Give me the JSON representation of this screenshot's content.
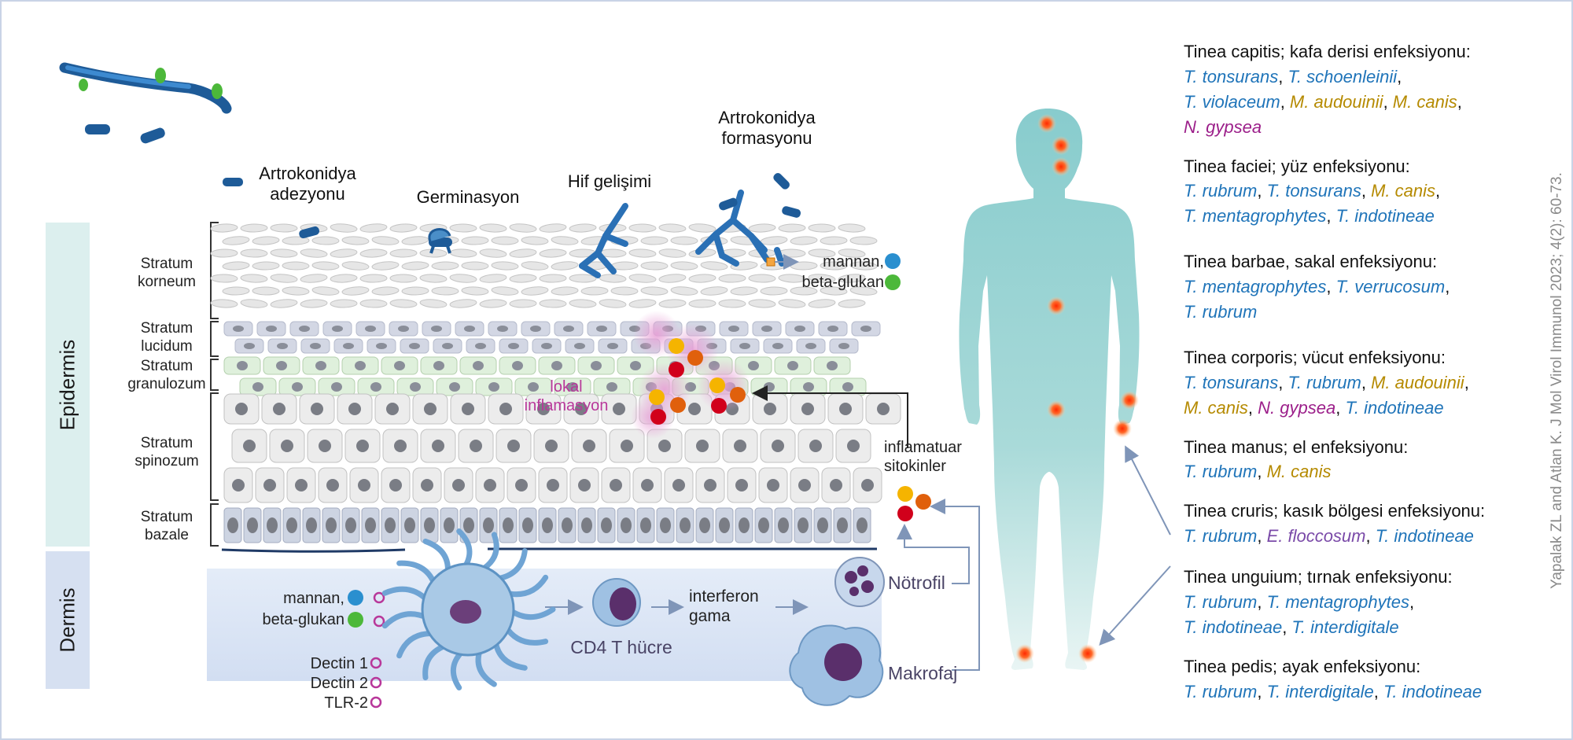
{
  "side_labels": {
    "epidermis": "Epidermis",
    "dermis": "Dermis"
  },
  "layers": [
    {
      "line1": "Stratum",
      "line2": "korneum"
    },
    {
      "line1": "Stratum",
      "line2": "lucidum"
    },
    {
      "line1": "Stratum",
      "line2": "granulozum"
    },
    {
      "line1": "Stratum",
      "line2": "spinozum"
    },
    {
      "line1": "Stratum",
      "line2": "bazale"
    }
  ],
  "stages": {
    "adhesion": {
      "line1": "Artrokonidya",
      "line2": "adezyonu"
    },
    "germination": "Germinasyon",
    "hyphae": "Hif gelişimi",
    "arthroconidia": {
      "line1": "Artrokonidya",
      "line2": "formasyonu"
    }
  },
  "pamps_top": {
    "mannan": "mannan,",
    "glucan": "beta-glukan"
  },
  "inflammation": {
    "line1": "lokal",
    "line2": "inflamasyon"
  },
  "cytokines": {
    "line1": "inflamatuar",
    "line2": "sitokinler"
  },
  "dermis": {
    "mannan": "mannan,",
    "glucan": "beta-glukan",
    "receptors": [
      "Dectin 1",
      "Dectin 2",
      "TLR-2"
    ],
    "cd4": "CD4 T hücre",
    "interferon": {
      "line1": "interferon",
      "line2": "gama"
    },
    "neutrophil": "Nötrofil",
    "macrophage": "Makrofaj"
  },
  "colors": {
    "mannan": "#2a8fcf",
    "glucan": "#4cb83a",
    "cyt_yellow": "#f5b400",
    "cyt_orange": "#e0600c",
    "cyt_red": "#d1001b",
    "body": "#8fcfd0",
    "fungus": "#2a6fb0",
    "species_blue": "#1f74b9",
    "species_gold": "#b58a00",
    "species_purple": "#9c1f8a",
    "species_violet": "#7a4aa8"
  },
  "infections": [
    {
      "title": "Tinea capitis; kafa derisi enfeksiyonu:",
      "lines": [
        [
          {
            "t": "T. tonsurans",
            "c": "blue"
          },
          {
            "t": ", ",
            "c": "sep"
          },
          {
            "t": "T. schoenleinii",
            "c": "blue"
          },
          {
            "t": ",",
            "c": "sep"
          }
        ],
        [
          {
            "t": "T. violaceum",
            "c": "blue"
          },
          {
            "t": ", ",
            "c": "sep"
          },
          {
            "t": "M. audouinii",
            "c": "gold"
          },
          {
            "t": ", ",
            "c": "sep"
          },
          {
            "t": "M. canis",
            "c": "gold"
          },
          {
            "t": ",",
            "c": "sep"
          }
        ],
        [
          {
            "t": "N. gypsea",
            "c": "purple"
          }
        ]
      ]
    },
    {
      "title": "Tinea faciei; yüz enfeksiyonu:",
      "lines": [
        [
          {
            "t": "T. rubrum",
            "c": "blue"
          },
          {
            "t": ", ",
            "c": "sep"
          },
          {
            "t": "T. tonsurans",
            "c": "blue"
          },
          {
            "t": ", ",
            "c": "sep"
          },
          {
            "t": "M. canis",
            "c": "gold"
          },
          {
            "t": ",",
            "c": "sep"
          }
        ],
        [
          {
            "t": "T. mentagrophytes",
            "c": "blue"
          },
          {
            "t": ", ",
            "c": "sep"
          },
          {
            "t": "T. indotineae",
            "c": "blue"
          }
        ]
      ]
    },
    {
      "title": "Tinea barbae, sakal enfeksiyonu:",
      "lines": [
        [
          {
            "t": "T. mentagrophytes",
            "c": "blue"
          },
          {
            "t": ", ",
            "c": "sep"
          },
          {
            "t": "T. verrucosum",
            "c": "blue"
          },
          {
            "t": ",",
            "c": "sep"
          }
        ],
        [
          {
            "t": "T. rubrum",
            "c": "blue"
          }
        ]
      ]
    },
    {
      "title": "Tinea corporis; vücut enfeksiyonu:",
      "lines": [
        [
          {
            "t": "T. tonsurans",
            "c": "blue"
          },
          {
            "t": ", ",
            "c": "sep"
          },
          {
            "t": "T. rubrum",
            "c": "blue"
          },
          {
            "t": ", ",
            "c": "sep"
          },
          {
            "t": "M. audouinii",
            "c": "gold"
          },
          {
            "t": ",",
            "c": "sep"
          }
        ],
        [
          {
            "t": "M. canis",
            "c": "gold"
          },
          {
            "t": ", ",
            "c": "sep"
          },
          {
            "t": "N. gypsea",
            "c": "purple"
          },
          {
            "t": ", ",
            "c": "sep"
          },
          {
            "t": "T. indotineae",
            "c": "blue"
          }
        ]
      ]
    },
    {
      "title": "Tinea manus; el enfeksiyonu:",
      "lines": [
        [
          {
            "t": "T. rubrum",
            "c": "blue"
          },
          {
            "t": ", ",
            "c": "sep"
          },
          {
            "t": "M. canis",
            "c": "gold"
          }
        ]
      ]
    },
    {
      "title": "Tinea cruris; kasık bölgesi enfeksiyonu:",
      "lines": [
        [
          {
            "t": "T. rubrum",
            "c": "blue"
          },
          {
            "t": ", ",
            "c": "sep"
          },
          {
            "t": "E. floccosum",
            "c": "violet"
          },
          {
            "t": ", ",
            "c": "sep"
          },
          {
            "t": "T. indotineae",
            "c": "blue"
          }
        ]
      ]
    },
    {
      "title": "Tinea unguium; tırnak enfeksiyonu:",
      "lines": [
        [
          {
            "t": "T. rubrum",
            "c": "blue"
          },
          {
            "t": ", ",
            "c": "sep"
          },
          {
            "t": "T. mentagrophytes",
            "c": "blue"
          },
          {
            "t": ",",
            "c": "sep"
          }
        ],
        [
          {
            "t": "T. indotineae",
            "c": "blue"
          },
          {
            "t": ", ",
            "c": "sep"
          },
          {
            "t": "T. interdigitale",
            "c": "blue"
          }
        ]
      ]
    },
    {
      "title": "Tinea pedis; ayak enfeksiyonu:",
      "lines": [
        [
          {
            "t": "T. rubrum",
            "c": "blue"
          },
          {
            "t": ", ",
            "c": "sep"
          },
          {
            "t": "T. interdigitale",
            "c": "blue"
          },
          {
            "t": ", ",
            "c": "sep"
          },
          {
            "t": "T. indotineae",
            "c": "blue"
          }
        ]
      ]
    }
  ],
  "citation": "Yapalak ZL and Atlan K. J Mol Virol Immunol 2023; 4(2): 60-73."
}
